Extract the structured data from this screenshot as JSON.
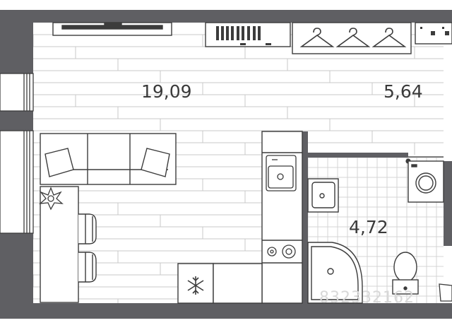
{
  "rooms": [
    {
      "id": "living",
      "area": "19,09"
    },
    {
      "id": "hall",
      "area": "5,64"
    },
    {
      "id": "bathroom",
      "area": "4,72"
    }
  ],
  "watermark": "832332162",
  "colors": {
    "wall": "#5f5f63",
    "floor_line": "#c9c9c9",
    "tile_line": "#d4d4d4",
    "fixture_stroke": "#3c3c3c",
    "background": "#ffffff"
  },
  "icons": [
    "snowflake-icon",
    "flower-icon",
    "hanger-icon"
  ]
}
